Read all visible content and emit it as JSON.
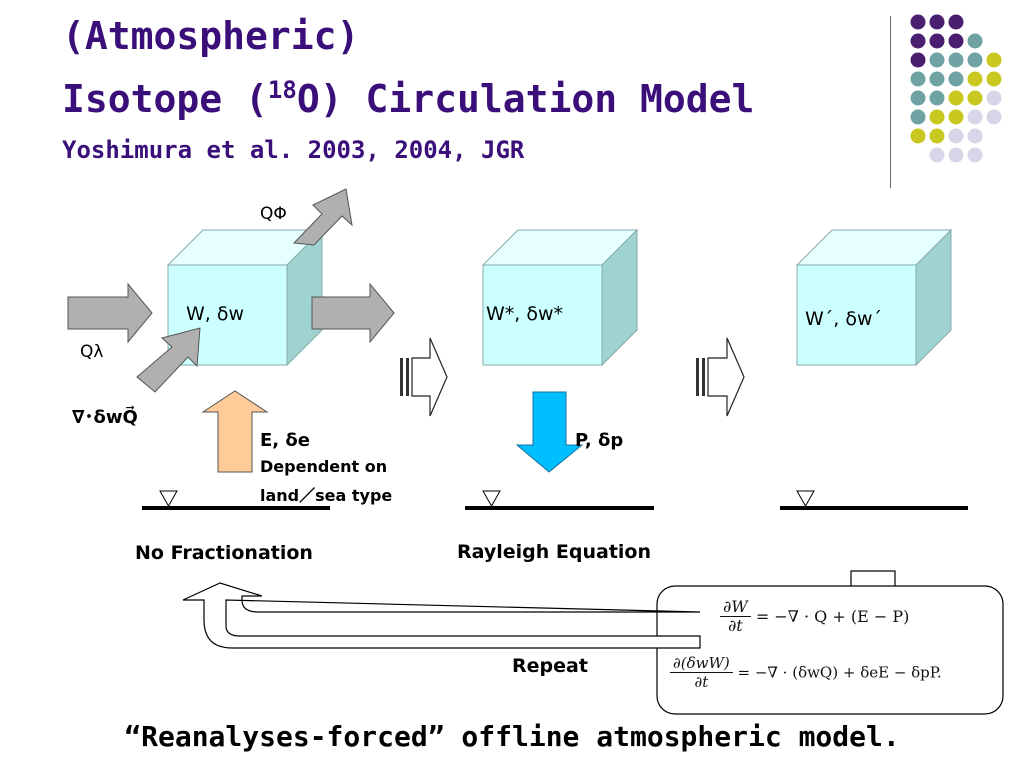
{
  "title": {
    "line1": "(Atmospheric)",
    "line2_pre": "Isotope (",
    "line2_sup": "18",
    "line2_post": "O) Circulation Model",
    "citation": "Yoshimura et al. 2003, 2004, JGR"
  },
  "boxes": {
    "box1_label": "W, δw",
    "box2_label": "W*, δw*",
    "box3_label": "W´, δw´"
  },
  "fluxes": {
    "q_phi": "QΦ",
    "q_lambda": "Qλ",
    "divergence": "∇･δwQ⃗",
    "evaporation": "E, δe",
    "evap_note_1": "Dependent on",
    "evap_note_2": "land／sea type",
    "precipitation": "P, δp"
  },
  "stages": {
    "stage1": "No Fractionation",
    "stage2": "Rayleigh Equation",
    "repeat": "Repeat"
  },
  "equations": {
    "eq1_num": "∂W",
    "eq1_den": "∂t",
    "eq1_rhs": "= −∇ · Q + (E − P)",
    "eq2_num": "∂(δwW)",
    "eq2_den": "∂t",
    "eq2_rhs": "= −∇ · (δwQ) + δeE − δpP."
  },
  "footer": "“Reanalyses-forced” offline atmospheric model.",
  "colors": {
    "title": "#3a0f7a",
    "box_front": "#ccffff",
    "box_side": "#9fd3d0",
    "arrow_gray": "#b0b0b0",
    "arrow_evap": "#ffcc99",
    "arrow_precip": "#00bfff",
    "dot_purple": "#4b1f6f",
    "dot_teal": "#6fa3a3",
    "dot_yellow": "#c8c820",
    "dot_lavender": "#d6d6e8"
  }
}
